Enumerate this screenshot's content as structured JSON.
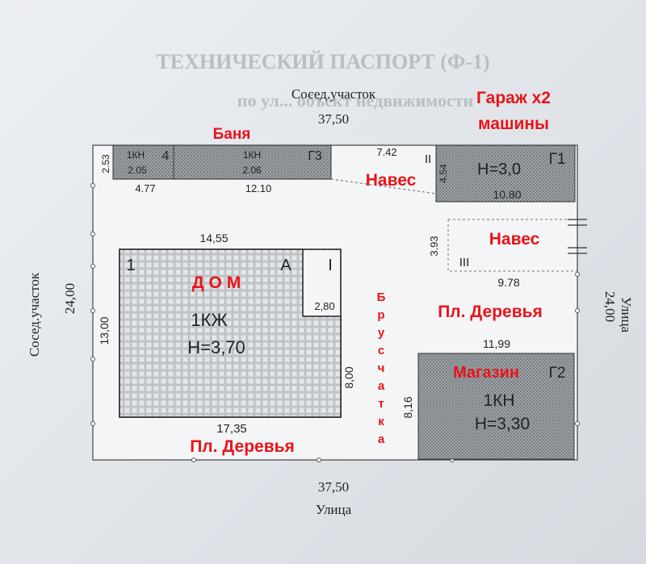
{
  "header": {
    "line1": "ТЕХНИЧЕСКИЙ ПАСПОРТ (Ф-1)",
    "line2": "по ул... объект недвижимости"
  },
  "boundary": {
    "top_label": "Сосед.участок",
    "top_dim": "37,50",
    "left_label": "Сосед.участок",
    "left_dim": "24,00",
    "right_label": "Улица",
    "right_dim": "24,00",
    "bottom_label": "Улица",
    "bottom_dim": "37,50"
  },
  "banya": {
    "title": "Баня",
    "left": {
      "code": "1КН",
      "num": "4",
      "area": "2.05",
      "width": "4.77"
    },
    "right": {
      "code": "1КН",
      "num": "Г3",
      "area": "2.06",
      "width": "12.10"
    },
    "depth": "2.53"
  },
  "garage": {
    "title_line1": "Гараж х2",
    "title_line2": "машины",
    "height": "H=3,0",
    "id": "Г1",
    "width": "10.80",
    "depth": "4.54",
    "roman": "II",
    "gap_dim": "7.42"
  },
  "canopy_top": {
    "title": "Навес"
  },
  "canopy_right": {
    "title": "Навес",
    "roman": "III",
    "depth": "3.93",
    "width": "9.78"
  },
  "house": {
    "title": "Д О М",
    "code": "1КЖ",
    "height": "H=3,70",
    "roman_left": "1",
    "letter": "A",
    "roman_right": "I",
    "top_dim": "14,55",
    "left_dim": "13,00",
    "notch_dim": "2,80",
    "right_dim": "8,00",
    "bottom_dim": "17,35"
  },
  "paving": {
    "letters": [
      "Б",
      "р",
      "у",
      "с",
      "ч",
      "а",
      "т",
      "к",
      "а"
    ]
  },
  "trees_right": {
    "title": "Пл. Деревья"
  },
  "trees_bottom": {
    "title": "Пл. Деревья"
  },
  "shop": {
    "title": "Магазин",
    "id": "Г2",
    "code": "1КН",
    "height": "H=3,30",
    "width": "11,99",
    "depth": "8,16"
  }
}
